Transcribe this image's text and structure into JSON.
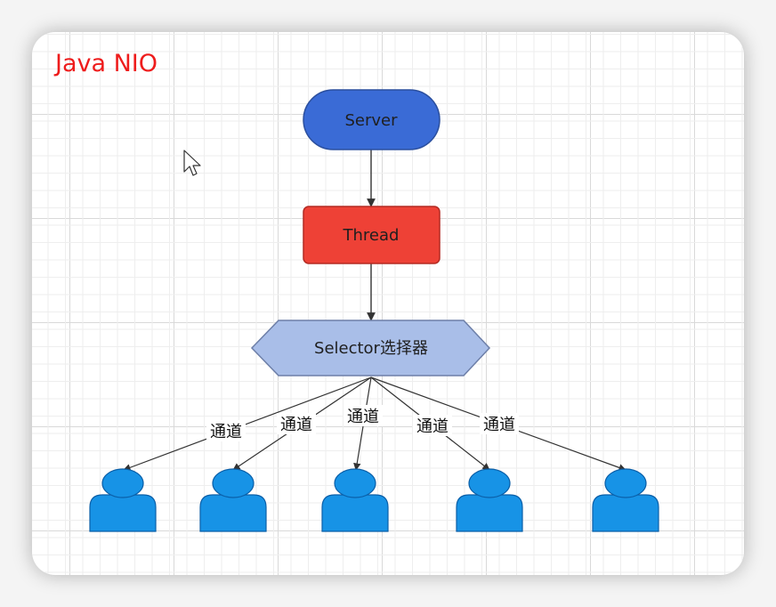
{
  "title": "Java NIO",
  "nodes": {
    "server": "Server",
    "thread": "Thread",
    "selector": "Selector选择器"
  },
  "channel_labels": [
    "通道",
    "通道",
    "通道",
    "通道",
    "通道"
  ],
  "clients_count": 5,
  "colors": {
    "title": "#ee1c1c",
    "server_fill": "#3a6bd6",
    "thread_fill": "#ee4136",
    "selector_fill": "#a9bee8",
    "client_fill": "#1793e6",
    "edge": "#333333"
  },
  "icons": {
    "cursor": "mouse-pointer-icon",
    "client": "user-icon"
  }
}
